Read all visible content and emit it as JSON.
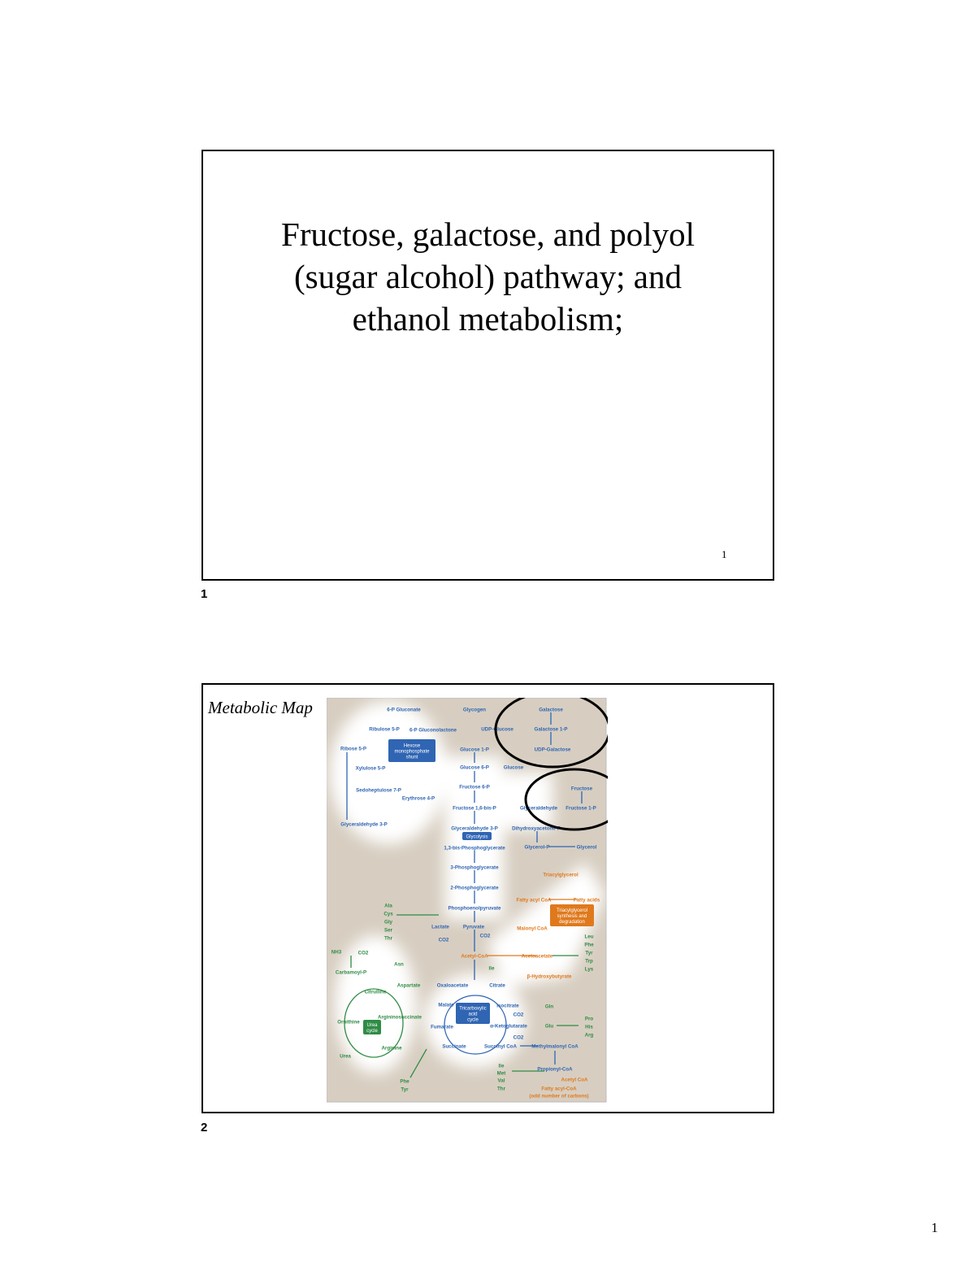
{
  "slide1": {
    "title_lines": [
      "Fructose, galactose, and polyol",
      "(sugar alcohol) pathway; and",
      "ethanol metabolism;"
    ],
    "inner_number": "1",
    "caption_number": "1"
  },
  "slide2": {
    "title": "Metabolic Map",
    "caption_number": "2",
    "colors": {
      "background": "#d7cec1",
      "blue": "#2f65b3",
      "green": "#2f8c45",
      "orange": "#e0791c",
      "circle": "#000000"
    },
    "map_labels": [
      {
        "text": "6-P Gluconate",
        "color": "blue"
      },
      {
        "text": "Ribulose 5-P",
        "color": "blue"
      },
      {
        "text": "6-P Gluconolactone",
        "color": "blue"
      },
      {
        "text": "Ribose 5-P",
        "color": "blue"
      },
      {
        "text": "Glycogen",
        "color": "blue"
      },
      {
        "text": "UDP-Glucose",
        "color": "blue"
      },
      {
        "text": "Galactose",
        "color": "blue"
      },
      {
        "text": "Galactose 1-P",
        "color": "blue"
      },
      {
        "text": "Glucose 1-P",
        "color": "blue"
      },
      {
        "text": "UDP-Galactose",
        "color": "blue"
      },
      {
        "text": "Xylulose 5-P",
        "color": "blue"
      },
      {
        "text": "Glucose 6-P",
        "color": "blue"
      },
      {
        "text": "Glucose",
        "color": "blue"
      },
      {
        "text": "Sedoheptulose 7-P",
        "color": "blue"
      },
      {
        "text": "Fructose 6-P",
        "color": "blue"
      },
      {
        "text": "Fructose",
        "color": "blue"
      },
      {
        "text": "Erythrose 4-P",
        "color": "blue"
      },
      {
        "text": "Fructose 1,6-bis-P",
        "color": "blue"
      },
      {
        "text": "Glyceraldehyde",
        "color": "blue"
      },
      {
        "text": "Fructose 1-P",
        "color": "blue"
      },
      {
        "text": "Glyceraldehyde 3-P",
        "color": "blue"
      },
      {
        "text": "Glyceraldehyde 3-P",
        "color": "blue"
      },
      {
        "text": "Dihydroxyacetone-P",
        "color": "blue"
      },
      {
        "text": "1,3-bis-Phosphoglycerate",
        "color": "blue"
      },
      {
        "text": "Glycerol-P",
        "color": "blue"
      },
      {
        "text": "Glycerol",
        "color": "blue"
      },
      {
        "text": "3-Phosphoglycerate",
        "color": "blue"
      },
      {
        "text": "Triacylglycerol",
        "color": "orange"
      },
      {
        "text": "2-Phosphoglycerate",
        "color": "blue"
      },
      {
        "text": "Fatty acyl CoA",
        "color": "orange"
      },
      {
        "text": "Fatty acids",
        "color": "orange"
      },
      {
        "text": "Phosphoenolpyruvate",
        "color": "blue"
      },
      {
        "text": "Lactate",
        "color": "blue"
      },
      {
        "text": "Pyruvate",
        "color": "blue"
      },
      {
        "text": "Malonyl CoA",
        "color": "orange"
      },
      {
        "text": "CO2",
        "color": "blue"
      },
      {
        "text": "CO2",
        "color": "blue"
      },
      {
        "text": "NH3",
        "color": "green"
      },
      {
        "text": "CO2",
        "color": "green"
      },
      {
        "text": "Acetyl-CoA",
        "color": "orange"
      },
      {
        "text": "Acetoacetate",
        "color": "orange"
      },
      {
        "text": "Asn",
        "color": "green"
      },
      {
        "text": "Ile",
        "color": "green"
      },
      {
        "text": "Carbamoyl-P",
        "color": "green"
      },
      {
        "text": "β-Hydroxybutyrate",
        "color": "orange"
      },
      {
        "text": "Aspartate",
        "color": "green"
      },
      {
        "text": "Oxaloacetate",
        "color": "blue"
      },
      {
        "text": "Citrate",
        "color": "blue"
      },
      {
        "text": "Citrulline",
        "color": "green"
      },
      {
        "text": "Malate",
        "color": "blue"
      },
      {
        "text": "Isocitrate",
        "color": "blue"
      },
      {
        "text": "Gln",
        "color": "green"
      },
      {
        "text": "CO2",
        "color": "blue"
      },
      {
        "text": "Argininosuccinate",
        "color": "green"
      },
      {
        "text": "Ornithine",
        "color": "green"
      },
      {
        "text": "Fumarate",
        "color": "blue"
      },
      {
        "text": "α-Ketoglutarate",
        "color": "blue"
      },
      {
        "text": "Glu",
        "color": "green"
      },
      {
        "text": "CO2",
        "color": "blue"
      },
      {
        "text": "Arginine",
        "color": "green"
      },
      {
        "text": "Succinate",
        "color": "blue"
      },
      {
        "text": "Succinyl CoA",
        "color": "blue"
      },
      {
        "text": "Methylmalonyl CoA",
        "color": "blue"
      },
      {
        "text": "Urea",
        "color": "green"
      },
      {
        "text": "Propionyl-CoA",
        "color": "blue"
      },
      {
        "text": "Acetyl CoA",
        "color": "orange"
      },
      {
        "text": "Fatty acyl-CoA",
        "color": "orange"
      },
      {
        "text": "(odd number of carbons)",
        "color": "orange"
      },
      {
        "text": "Ala",
        "color": "green"
      },
      {
        "text": "Cys",
        "color": "green"
      },
      {
        "text": "Gly",
        "color": "green"
      },
      {
        "text": "Ser",
        "color": "green"
      },
      {
        "text": "Thr",
        "color": "green"
      },
      {
        "text": "Leu",
        "color": "green"
      },
      {
        "text": "Phe",
        "color": "green"
      },
      {
        "text": "Tyr",
        "color": "green"
      },
      {
        "text": "Trp",
        "color": "green"
      },
      {
        "text": "Lys",
        "color": "green"
      },
      {
        "text": "Pro",
        "color": "green"
      },
      {
        "text": "His",
        "color": "green"
      },
      {
        "text": "Arg",
        "color": "green"
      },
      {
        "text": "Ile",
        "color": "green"
      },
      {
        "text": "Met",
        "color": "green"
      },
      {
        "text": "Val",
        "color": "green"
      },
      {
        "text": "Thr",
        "color": "green"
      },
      {
        "text": "Phe",
        "color": "green"
      },
      {
        "text": "Tyr",
        "color": "green"
      }
    ],
    "map_boxes": [
      {
        "lines": [
          "Hexose",
          "monophosphate",
          "shunt"
        ],
        "color": "blue"
      },
      {
        "lines": [
          "Glycolysis"
        ],
        "color": "blue"
      },
      {
        "lines": [
          "Triacylglycerol",
          "synthesis and",
          "degradation"
        ],
        "color": "orange"
      },
      {
        "lines": [
          "Tricarboxylic",
          "acid",
          "cycle"
        ],
        "color": "blue"
      },
      {
        "lines": [
          "Urea",
          "cycle"
        ],
        "color": "green"
      }
    ]
  },
  "page_number": "1"
}
